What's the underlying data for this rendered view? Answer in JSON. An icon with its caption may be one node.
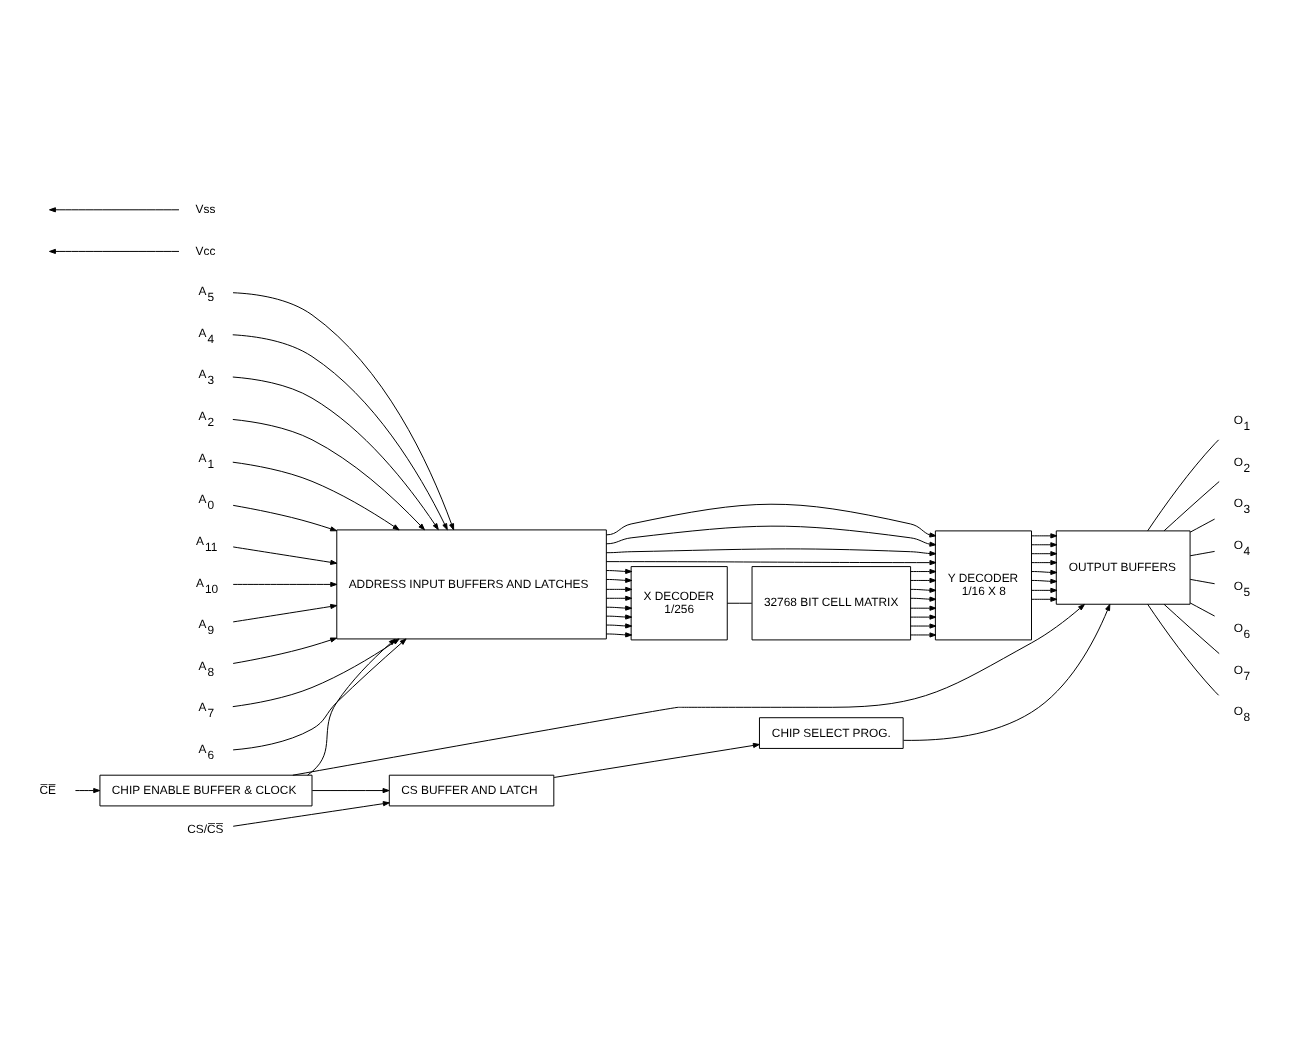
{
  "diagram": {
    "nodes": [
      {
        "text": [
          "O$_{1}$"
        ]
      },
      {
        "text": [
          "O$_{2}$"
        ]
      },
      {
        "text": [
          "O$_{3}$"
        ]
      },
      {
        "text": [
          "O$_{4}$"
        ]
      },
      {
        "text": [
          "O$_{5}$"
        ]
      },
      {
        "text": [
          "O$_{6}$"
        ]
      },
      {
        "text": [
          "O$_{7}$"
        ]
      },
      {
        "text": [
          "O$_{8}$"
        ]
      },
      {
        "text": [
          "Vcc"
        ]
      },
      {
        "text": [
          "Vss"
        ]
      },
      {
        "text": [
          "OUTPUT BUFFERS"
        ]
      },
      {
        "text": [
          "CHIP SELECT PROG."
        ]
      },
      {
        "text": [
          "A$_{11}$"
        ]
      },
      {
        "text": [
          "A$_{10}$"
        ]
      },
      {
        "text": [
          "A$_{9}$"
        ]
      },
      {
        "text": [
          "A$_{8}$"
        ]
      },
      {
        "text": [
          "ADDRESS INPUT BUFFERS AND LATCHES"
        ]
      },
      {
        "text": [
          "Y DECODER",
          "1/16 X 8"
        ]
      },
      {
        "text": [
          "CS BUFFER AND LATCH"
        ]
      },
      {
        "text": [
          "CS/C̅S̅"
        ]
      },
      {
        "text": [
          "A$_{7}$"
        ]
      },
      {
        "text": [
          "A$_{6}$"
        ]
      },
      {
        "text": [
          "A$_{5}$"
        ]
      },
      {
        "text": [
          "A$_{4}$"
        ]
      },
      {
        "text": [
          "A$_{3}$"
        ]
      },
      {
        "text": [
          "A$_{2}$"
        ]
      },
      {
        "text": [
          "A$_{1}$"
        ]
      },
      {
        "text": [
          "A$_{0}$"
        ]
      },
      {
        "text": [
          "X DECODER",
          "1/256"
        ]
      },
      {
        "text": [
          "32768 BIT CELL MATRIX"
        ]
      },
      {
        "text": [
          "CHIP ENABLE BUFFER & CLOCK"
        ]
      },
      {
        "text": [
          "C̅E̅"
        ]
      }
    ],
    "edges": [
      {
        "from": 12,
        "to": 16,
        "arrow": "to"
      },
      {
        "from": 13,
        "to": 16,
        "arrow": "to"
      },
      {
        "from": 14,
        "to": 16,
        "arrow": "to"
      },
      {
        "from": 15,
        "to": 16,
        "arrow": "to"
      },
      {
        "from": 20,
        "to": 16,
        "arrow": "to"
      },
      {
        "from": 21,
        "to": 16,
        "arrow": "to"
      },
      {
        "from": 22,
        "to": 16,
        "arrow": "to"
      },
      {
        "from": 23,
        "to": 16,
        "arrow": "to"
      },
      {
        "from": 24,
        "to": 16,
        "arrow": "to"
      },
      {
        "from": 25,
        "to": 16,
        "arrow": "to"
      },
      {
        "from": 26,
        "to": 16,
        "arrow": "to"
      },
      {
        "from": 27,
        "to": 16,
        "arrow": "to"
      },
      {
        "from": 16,
        "to": 17,
        "arrow": "to"
      },
      {
        "from": 16,
        "to": 17,
        "arrow": "to"
      },
      {
        "from": 16,
        "to": 17,
        "arrow": "to"
      },
      {
        "from": 16,
        "to": 17,
        "arrow": "to"
      },
      {
        "from": 16,
        "to": 28,
        "arrow": "to"
      },
      {
        "from": 16,
        "to": 28,
        "arrow": "to"
      },
      {
        "from": 16,
        "to": 28,
        "arrow": "to"
      },
      {
        "from": 16,
        "to": 28,
        "arrow": "to"
      },
      {
        "from": 16,
        "to": 28,
        "arrow": "to"
      },
      {
        "from": 16,
        "to": 28,
        "arrow": "to"
      },
      {
        "from": 16,
        "to": 28,
        "arrow": "to"
      },
      {
        "from": 16,
        "to": 28,
        "arrow": "to"
      },
      {
        "from": 28,
        "to": 29,
        "arrow": "none"
      },
      {
        "from": 29,
        "to": 17,
        "arrow": "to"
      },
      {
        "from": 29,
        "to": 17,
        "arrow": "to"
      },
      {
        "from": 29,
        "to": 17,
        "arrow": "to"
      },
      {
        "from": 29,
        "to": 17,
        "arrow": "to"
      },
      {
        "from": 29,
        "to": 17,
        "arrow": "to"
      },
      {
        "from": 29,
        "to": 17,
        "arrow": "to"
      },
      {
        "from": 29,
        "to": 17,
        "arrow": "to"
      },
      {
        "from": 29,
        "to": 17,
        "arrow": "to"
      },
      {
        "from": 17,
        "to": 10,
        "arrow": "to"
      },
      {
        "from": 17,
        "to": 10,
        "arrow": "to"
      },
      {
        "from": 17,
        "to": 10,
        "arrow": "to"
      },
      {
        "from": 17,
        "to": 10,
        "arrow": "to"
      },
      {
        "from": 17,
        "to": 10,
        "arrow": "to"
      },
      {
        "from": 17,
        "to": 10,
        "arrow": "to"
      },
      {
        "from": 17,
        "to": 10,
        "arrow": "to"
      },
      {
        "from": 17,
        "to": 10,
        "arrow": "to"
      },
      {
        "from": 10,
        "to": 0,
        "arrow": "none"
      },
      {
        "from": 10,
        "to": 1,
        "arrow": "none"
      },
      {
        "from": 10,
        "to": 2,
        "arrow": "none"
      },
      {
        "from": 10,
        "to": 3,
        "arrow": "none"
      },
      {
        "from": 10,
        "to": 4,
        "arrow": "none"
      },
      {
        "from": 10,
        "to": 5,
        "arrow": "none"
      },
      {
        "from": 10,
        "to": 6,
        "arrow": "none"
      },
      {
        "from": 10,
        "to": 7,
        "arrow": "none"
      },
      {
        "from": 8,
        "to": null,
        "arrow": "to"
      },
      {
        "from": 9,
        "to": null,
        "arrow": "to"
      },
      {
        "from": 11,
        "to": 10,
        "arrow": "to"
      },
      {
        "from": 18,
        "to": 11,
        "arrow": "to"
      },
      {
        "from": 19,
        "to": 18,
        "arrow": "to"
      },
      {
        "from": 31,
        "to": 30,
        "arrow": "to"
      },
      {
        "from": 30,
        "to": 10,
        "arrow": "to"
      },
      {
        "from": 30,
        "to": 18,
        "arrow": "to"
      },
      {
        "from": 30,
        "to": 16,
        "arrow": "to"
      }
    ]
  }
}
